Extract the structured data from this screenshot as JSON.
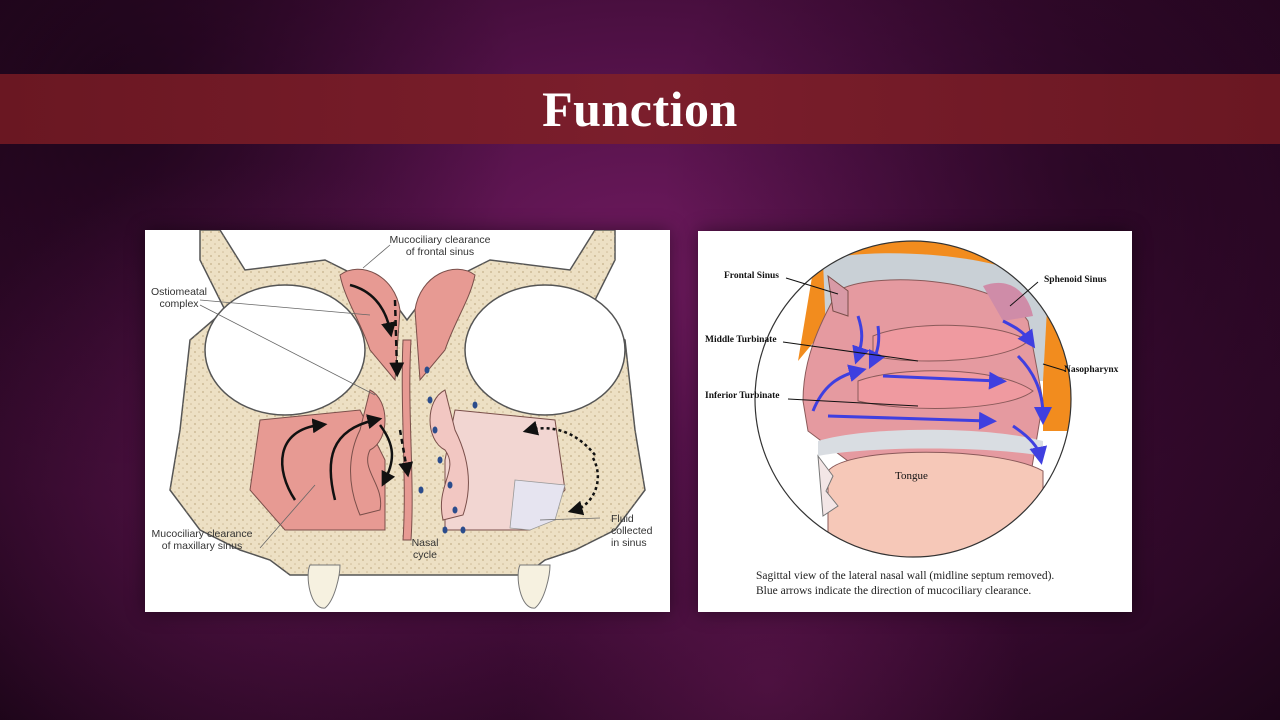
{
  "slide": {
    "title": "Function"
  },
  "left_figure": {
    "labels": {
      "frontal_1": "Mucociliary clearance",
      "frontal_2": "of frontal sinus",
      "ostio_1": "Ostiomeatal",
      "ostio_2": "complex",
      "maxillary_1": "Mucociliary clearance",
      "maxillary_2": "of maxillary sinus",
      "nasal_1": "Nasal",
      "nasal_2": "cycle",
      "fluid_1": "Fluid",
      "fluid_2": "collected",
      "fluid_3": "in sinus"
    }
  },
  "right_figure": {
    "labels": {
      "frontal_sinus": "Frontal Sinus",
      "sphenoid_sinus": "Sphenoid Sinus",
      "middle_turbinate": "Middle Turbinate",
      "nasopharynx": "Nasopharynx",
      "inferior_turbinate": "Inferior Turbinate",
      "tongue": "Tongue"
    },
    "caption_1": "Sagittal view of the lateral nasal wall (midline septum removed).",
    "caption_2": "Blue arrows indicate the direction of mucociliary clearance."
  },
  "colors": {
    "title_band": "#7b1e2c",
    "tissue_pink": "#e79a93",
    "bone_cream": "#ede0c4",
    "orange_skin": "#f28c1e",
    "arrow_blue": "#3f3fe0"
  }
}
